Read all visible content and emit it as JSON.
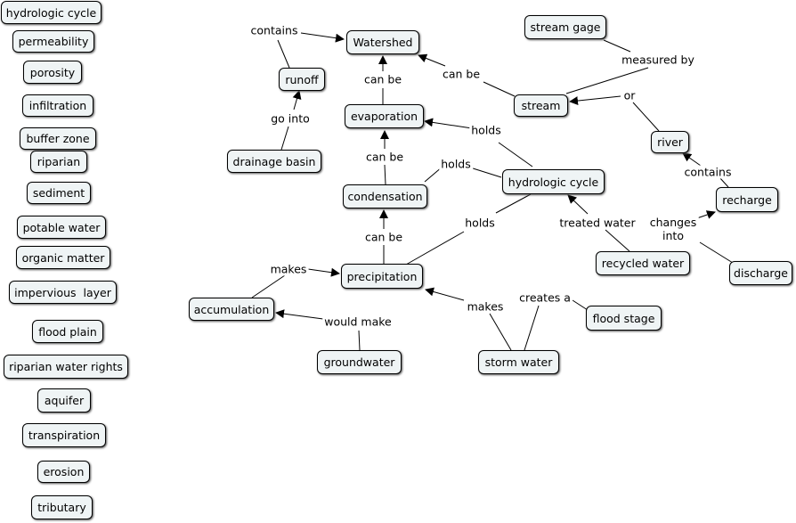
{
  "concept_list": [
    "hydrologic cycle",
    "permeability",
    "porosity",
    "infiltration",
    "buffer zone",
    "riparian",
    "sediment",
    "potable water",
    "organic matter",
    "impervious  layer",
    "flood plain",
    "riparian water rights",
    "aquifer",
    "transpiration",
    "erosion",
    "tributary"
  ],
  "concepts": {
    "watershed": "Watershed",
    "stream_gage": "stream gage",
    "runoff": "runoff",
    "evaporation": "evaporation",
    "stream": "stream",
    "drainage_basin": "drainage basin",
    "river": "river",
    "hydrologic_cycle": "hydrologic cycle",
    "condensation": "condensation",
    "recharge": "recharge",
    "recycled_water": "recycled water",
    "discharge": "discharge",
    "precipitation": "precipitation",
    "accumulation": "accumulation",
    "flood_stage": "flood stage",
    "groundwater": "groundwater",
    "storm_water": "storm water"
  },
  "linking_phrases": {
    "contains_1": "contains",
    "can_be_1": "can be",
    "can_be_2": "can be",
    "measured_by": "measured by",
    "or": "or",
    "go_into": "go into",
    "holds_1": "holds",
    "can_be_3": "can be",
    "holds_2": "holds",
    "contains_2": "contains",
    "can_be_4": "can be",
    "holds_3": "holds",
    "treated_water": "treated water",
    "changes_into": "changes\ninto",
    "makes_1": "makes",
    "creates_a": "creates a",
    "makes_2": "makes",
    "would_make": "would make"
  },
  "colors": {
    "node_fill": "#eff4f5",
    "line": "#000000"
  }
}
